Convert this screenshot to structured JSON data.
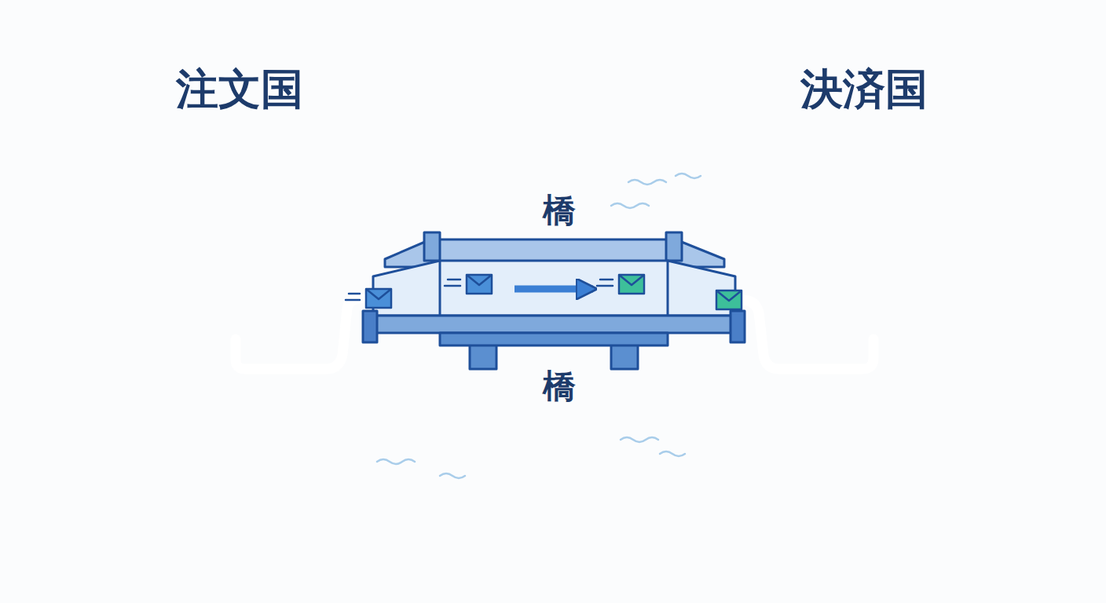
{
  "diagram": {
    "nodes": [
      {
        "text": [
          "注文国"
        ]
      },
      {
        "text": [
          "決済国"
        ]
      }
    ],
    "edges": [
      {
        "from": 0,
        "to": 1,
        "arrow": "to"
      }
    ],
    "labels": [
      "橋",
      "橋"
    ]
  }
}
